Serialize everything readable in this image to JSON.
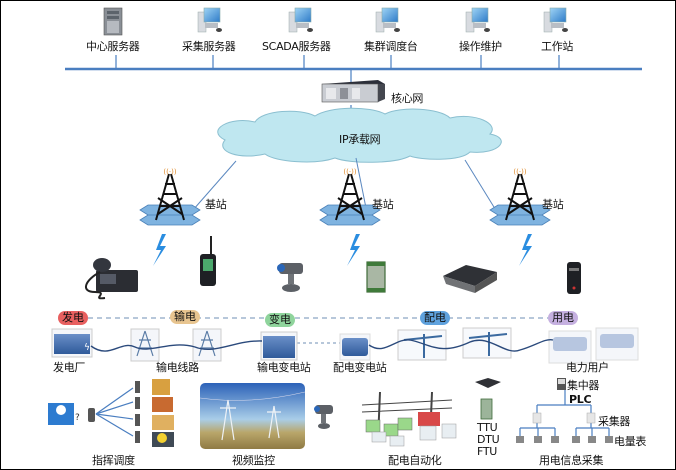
{
  "top_nodes": [
    {
      "label": "中心服务器",
      "icon": "server-tower-icon"
    },
    {
      "label": "采集服务器",
      "icon": "workstation-icon"
    },
    {
      "label": "SCADA服务器",
      "icon": "workstation-icon"
    },
    {
      "label": "集群调度台",
      "icon": "workstation-icon"
    },
    {
      "label": "操作维护",
      "icon": "workstation-icon"
    },
    {
      "label": "工作站",
      "icon": "workstation-icon"
    }
  ],
  "core": {
    "label": "核心网",
    "icon": "rack-server-icon"
  },
  "cloud": {
    "label": "IP承载网"
  },
  "base_stations": [
    {
      "label": "基站"
    },
    {
      "label": "基站"
    },
    {
      "label": "基站"
    }
  ],
  "terminals": [
    {
      "name": "vehicle-radio-icon"
    },
    {
      "name": "handheld-radio-icon"
    },
    {
      "name": "camera-icon"
    },
    {
      "name": "wireless-module-icon"
    },
    {
      "name": "cpe-router-icon"
    },
    {
      "name": "data-terminal-icon"
    }
  ],
  "stages": [
    {
      "label": "发电",
      "color": "#e86060"
    },
    {
      "label": "输电",
      "color": "#e8b870"
    },
    {
      "label": "变电",
      "color": "#7fcf8f"
    },
    {
      "label": "配电",
      "color": "#4b93d6"
    },
    {
      "label": "用电",
      "color": "#b49ad8"
    }
  ],
  "facilities": [
    {
      "label": "发电厂"
    },
    {
      "label": "输电线路"
    },
    {
      "label": "输电变电站"
    },
    {
      "label": "配电变电站"
    },
    {
      "label": "电力用户"
    }
  ],
  "applications": {
    "dispatch": "指挥调度",
    "video": "视频监控",
    "dist_auto": "配电自动化",
    "terminals_list": [
      "TTU",
      "DTU",
      "FTU"
    ],
    "meter_collect": "用电信息采集",
    "concentrator": "集中器",
    "plc": "PLC",
    "collector": "采集器",
    "meter": "电量表"
  },
  "colors": {
    "bus_line": "#4a7ec0",
    "cloud_fill": "#bfe7f0",
    "lightning": "#2a8de0",
    "dash_line": "#6f8fb5"
  }
}
